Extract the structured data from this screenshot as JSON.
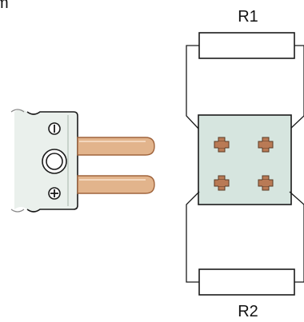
{
  "labels": {
    "resistor_top": "R1",
    "resistor_bottom": "R2",
    "top_left_fragment": "m"
  },
  "colors": {
    "line": "#1a1a1a",
    "board_fill": "#d6e5df",
    "resistor_fill": "#ffffff",
    "pin_fill": "#e2b48c",
    "pin_stroke": "#a0643c",
    "terminal_fill": "#b97a55",
    "connector_body": "#eaf0ec",
    "connector_bevel": "#c8d2cb"
  },
  "icons": {
    "minus": "circle-minus-icon",
    "plus": "circle-plus-icon",
    "center": "double-circle-icon"
  }
}
